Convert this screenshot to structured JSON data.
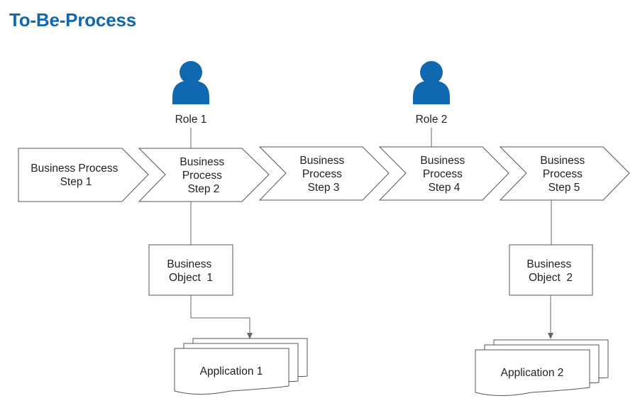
{
  "title": "To-Be-Process",
  "colors": {
    "accent": "#1068b0",
    "stroke": "#555555",
    "role_icon": "#1068b0"
  },
  "roles": [
    {
      "label": "Role 1",
      "icon": "person-icon"
    },
    {
      "label": "Role 2",
      "icon": "person-icon"
    }
  ],
  "steps": [
    {
      "lines": [
        "Business Process",
        "Step 1"
      ]
    },
    {
      "lines": [
        "Business",
        "Process",
        "Step 2"
      ]
    },
    {
      "lines": [
        "Business",
        "Process",
        "Step 3"
      ]
    },
    {
      "lines": [
        "Business",
        "Process",
        "Step 4"
      ]
    },
    {
      "lines": [
        "Business",
        "Process",
        "Step 5"
      ]
    }
  ],
  "objects": [
    {
      "lines": [
        "Business",
        "Object  1"
      ]
    },
    {
      "lines": [
        "Business",
        "Object  2"
      ]
    }
  ],
  "applications": [
    {
      "label": "Application 1"
    },
    {
      "label": "Application 2"
    }
  ]
}
